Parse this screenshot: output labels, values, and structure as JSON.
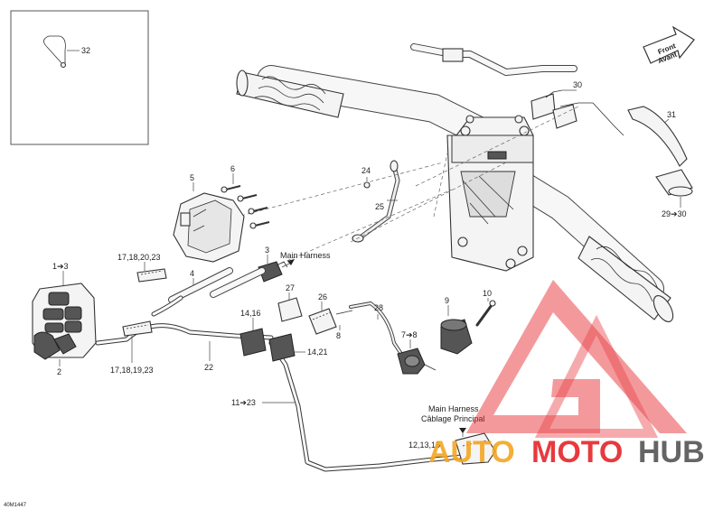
{
  "callouts": {
    "c32": "32",
    "c30": "30",
    "c31": "31",
    "c29_30": "29➔30",
    "c5": "5",
    "c6": "6",
    "c24": "24",
    "c25": "25",
    "c3": "3",
    "c17_18_20_23": "17,18,20,23",
    "c4": "4",
    "c1_3": "1➔3",
    "c27": "27",
    "c26": "26",
    "c28": "28",
    "c9": "9",
    "c10": "10",
    "c14_16": "14,16",
    "c8": "8",
    "c7_8": "7➔8",
    "c2": "2",
    "c17_18_19_23": "17,18,19,23",
    "c22": "22",
    "c14_21": "14,21",
    "c11_23": "11➔23",
    "c12_13_15": "12,13,15"
  },
  "annotations": {
    "main_harness_top": "Main Harness",
    "main_harness_bottom_1": "Main Harness",
    "main_harness_bottom_2": "Câblage Principal"
  },
  "direction_arrow": {
    "line1": "Front",
    "line2": "Avant"
  },
  "figure_code": "40M1447",
  "watermark": {
    "part1": "AUTO",
    "part2": "MOTO",
    "part3": "HUB",
    "color_red": "#e5252a",
    "color_orange": "#f5a623",
    "color_grey": "#555555"
  }
}
